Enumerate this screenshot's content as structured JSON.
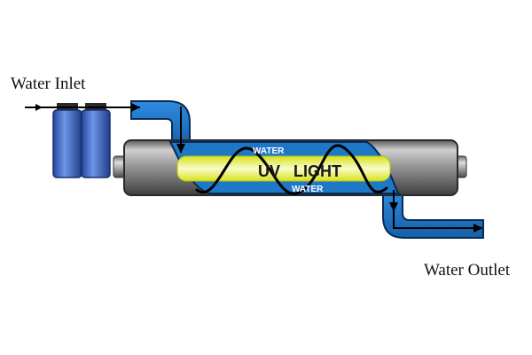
{
  "labels": {
    "water_inlet": "Water Inlet",
    "water_outlet": "Water Outlet",
    "water_top": "WATER",
    "water_bottom": "WATER",
    "uv": "UV",
    "light": "LIGHT"
  },
  "colors": {
    "pipe_blue": "#1e78c8",
    "pipe_outline": "#0a2a55",
    "uv_yellow": "#e9ef2a",
    "uv_glow": "#f6fbb0",
    "housing_gray": "#8c8c8c",
    "filter_blue": "#3a66c8",
    "arrow": "#000000",
    "water_text": "#ffffff"
  },
  "icons": {
    "filter": "filter-cartridge-icon",
    "arrow": "flow-arrow-icon",
    "spiral": "flow-spiral-icon"
  }
}
